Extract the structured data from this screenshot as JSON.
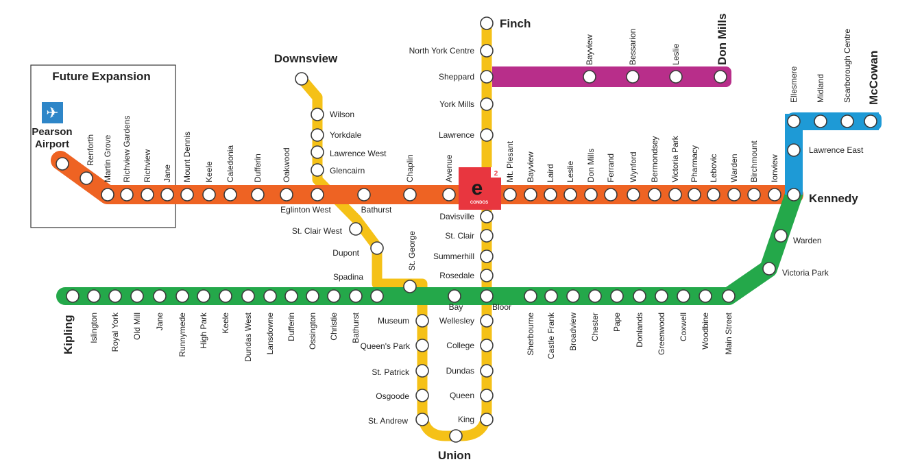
{
  "colors": {
    "yellow": "#F5C117",
    "orange": "#EE6323",
    "green": "#24A84A",
    "purple": "#B82E8A",
    "blue": "#1E9AD6",
    "logo_red": "#E8363F"
  },
  "future_expansion": {
    "title": "Future Expansion",
    "airport_line1": "Pearson",
    "airport_line2": "Airport",
    "airport_icon": "plane-icon"
  },
  "logo": {
    "brand_mark": "e",
    "caption": "CONDOS",
    "badge": "2"
  },
  "terminals": {
    "finch": "Finch",
    "downsview": "Downsview",
    "don_mills": "Don Mills",
    "mccowan": "McCowan",
    "kennedy": "Kennedy",
    "kipling": "Kipling",
    "union": "Union"
  },
  "lines": {
    "eglinton": {
      "color": "#EE6323",
      "stations": [
        "Renforth",
        "Martin Grove",
        "Richview Gardens",
        "Richview",
        "Jane",
        "Mount Dennis",
        "Keele",
        "Caledonia",
        "Dufferin",
        "Oakwood",
        "Eglinton West",
        "Bathurst",
        "Chaplin",
        "Avenue",
        "Mt. Plesant",
        "Bayview",
        "Laird",
        "Leslie",
        "Don Mills",
        "Ferrand",
        "Wynford",
        "Bermondsey",
        "Victoria Park",
        "Pharmacy",
        "Lebovic",
        "Warden",
        "Birchmount",
        "Ionview"
      ]
    },
    "yonge": {
      "color": "#F5C117",
      "stations": [
        "North York Centre",
        "Sheppard",
        "York Mills",
        "Lawrence",
        "Davisville",
        "St. Clair",
        "Summerhill",
        "Rosedale",
        "Bloor",
        "Wellesley",
        "College",
        "Dundas",
        "Queen",
        "King"
      ]
    },
    "university": {
      "color": "#F5C117",
      "stations": [
        "Wilson",
        "Yorkdale",
        "Lawrence West",
        "Glencairn",
        "St. Clair West",
        "Dupont",
        "Spadina",
        "St. George",
        "Museum",
        "Queen's Park",
        "St. Patrick",
        "Osgoode",
        "St. Andrew"
      ]
    },
    "sheppard": {
      "color": "#B82E8A",
      "stations": [
        "Bayview",
        "Bessarion",
        "Leslie"
      ]
    },
    "scarborough": {
      "color": "#1E9AD6",
      "stations": [
        "Ellesmere",
        "Midland",
        "Scarborough Centre",
        "Lawrence East"
      ]
    },
    "bloor_danforth": {
      "color": "#24A84A",
      "stations": [
        "Islington",
        "Royal York",
        "Old Mill",
        "Jane",
        "Runnymede",
        "High Park",
        "Keele",
        "Dundas West",
        "Lansdowne",
        "Dufferin",
        "Ossington",
        "Christie",
        "Bathurst",
        "Bay",
        "Sherbourne",
        "Castle Frank",
        "Broadview",
        "Chester",
        "Pape",
        "Donlands",
        "Greenwood",
        "Coxwell",
        "Woodbine",
        "Main Street",
        "Warden",
        "Victoria Park"
      ]
    }
  }
}
